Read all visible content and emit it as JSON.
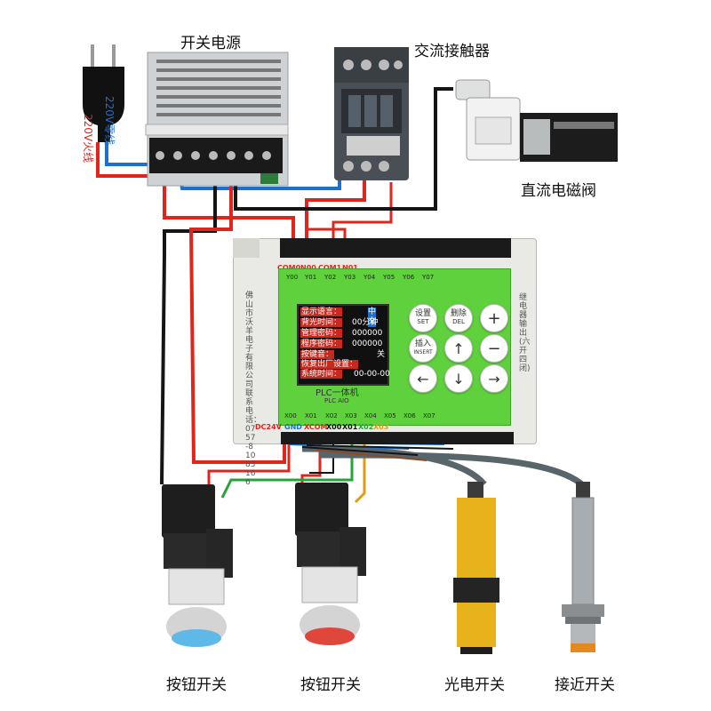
{
  "labels": {
    "power_supply": "开关电源",
    "contactor": "交流接触器",
    "solenoid_valve": "直流电磁阀",
    "neutral": "220V零线",
    "live": "220V火线",
    "button1": "按钮开关",
    "button2": "按钮开关",
    "photo_switch": "光电开关",
    "proximity_switch": "接近开关"
  },
  "plc": {
    "title": "PLC一体机",
    "subtitle": "PLC AIO",
    "left_side_text": "佛山市沃羊电子有限公司  联系电话：0757-81083166",
    "right_side_text": "继电器输出(六开四闭)",
    "top_output_terminals": [
      "COM0",
      "N00",
      "COM1",
      "N01"
    ],
    "output_pins": [
      "Y00",
      "Y01",
      "Y02",
      "Y03",
      "Y04",
      "Y05",
      "Y06",
      "Y07"
    ],
    "input_pins": [
      "X00",
      "X01",
      "X02",
      "X03",
      "X04",
      "X05",
      "X06",
      "X07"
    ],
    "bottom_terminals": [
      {
        "label": "DC24V",
        "color": "#e0261c"
      },
      {
        "label": "GND",
        "color": "#1f6fd1"
      },
      {
        "label": "XCOM",
        "color": "#e0261c"
      },
      {
        "label": "X00",
        "color": "#111111"
      },
      {
        "label": "X01",
        "color": "#111111"
      },
      {
        "label": "X02",
        "color": "#26a33a"
      },
      {
        "label": "X03",
        "color": "#e39b12"
      }
    ],
    "screen": {
      "header": "显示语言：",
      "header_value": "中文",
      "rows": [
        {
          "key": "背光时间：",
          "value": "00分钟"
        },
        {
          "key": "管理密码：",
          "value": "000000"
        },
        {
          "key": "程序密码：",
          "value": "000000"
        },
        {
          "key": "按键音：",
          "value": "关"
        },
        {
          "key": "恢复出厂设置：",
          "value": ""
        },
        {
          "key": "系统时间：",
          "value": "00-00-00"
        }
      ]
    },
    "keys": [
      {
        "name": "set",
        "line1": "设置",
        "line2": "SET"
      },
      {
        "name": "del",
        "line1": "删除",
        "line2": "DEL"
      },
      {
        "name": "plus",
        "line1": "+",
        "line2": ""
      },
      {
        "name": "insert",
        "line1": "插入",
        "line2": "INSERT"
      },
      {
        "name": "up",
        "line1": "↑",
        "line2": ""
      },
      {
        "name": "minus",
        "line1": "−",
        "line2": ""
      },
      {
        "name": "left",
        "line1": "←",
        "line2": ""
      },
      {
        "name": "down",
        "line1": "↓",
        "line2": ""
      },
      {
        "name": "right",
        "line1": "→",
        "line2": ""
      }
    ]
  },
  "colors": {
    "live_wire": "#e0261c",
    "neutral_wire": "#1f6fd1",
    "black_wire": "#151515",
    "green_wire": "#26a33a",
    "yellow_wire": "#e39b12",
    "plc_panel": "#5fd13c"
  }
}
